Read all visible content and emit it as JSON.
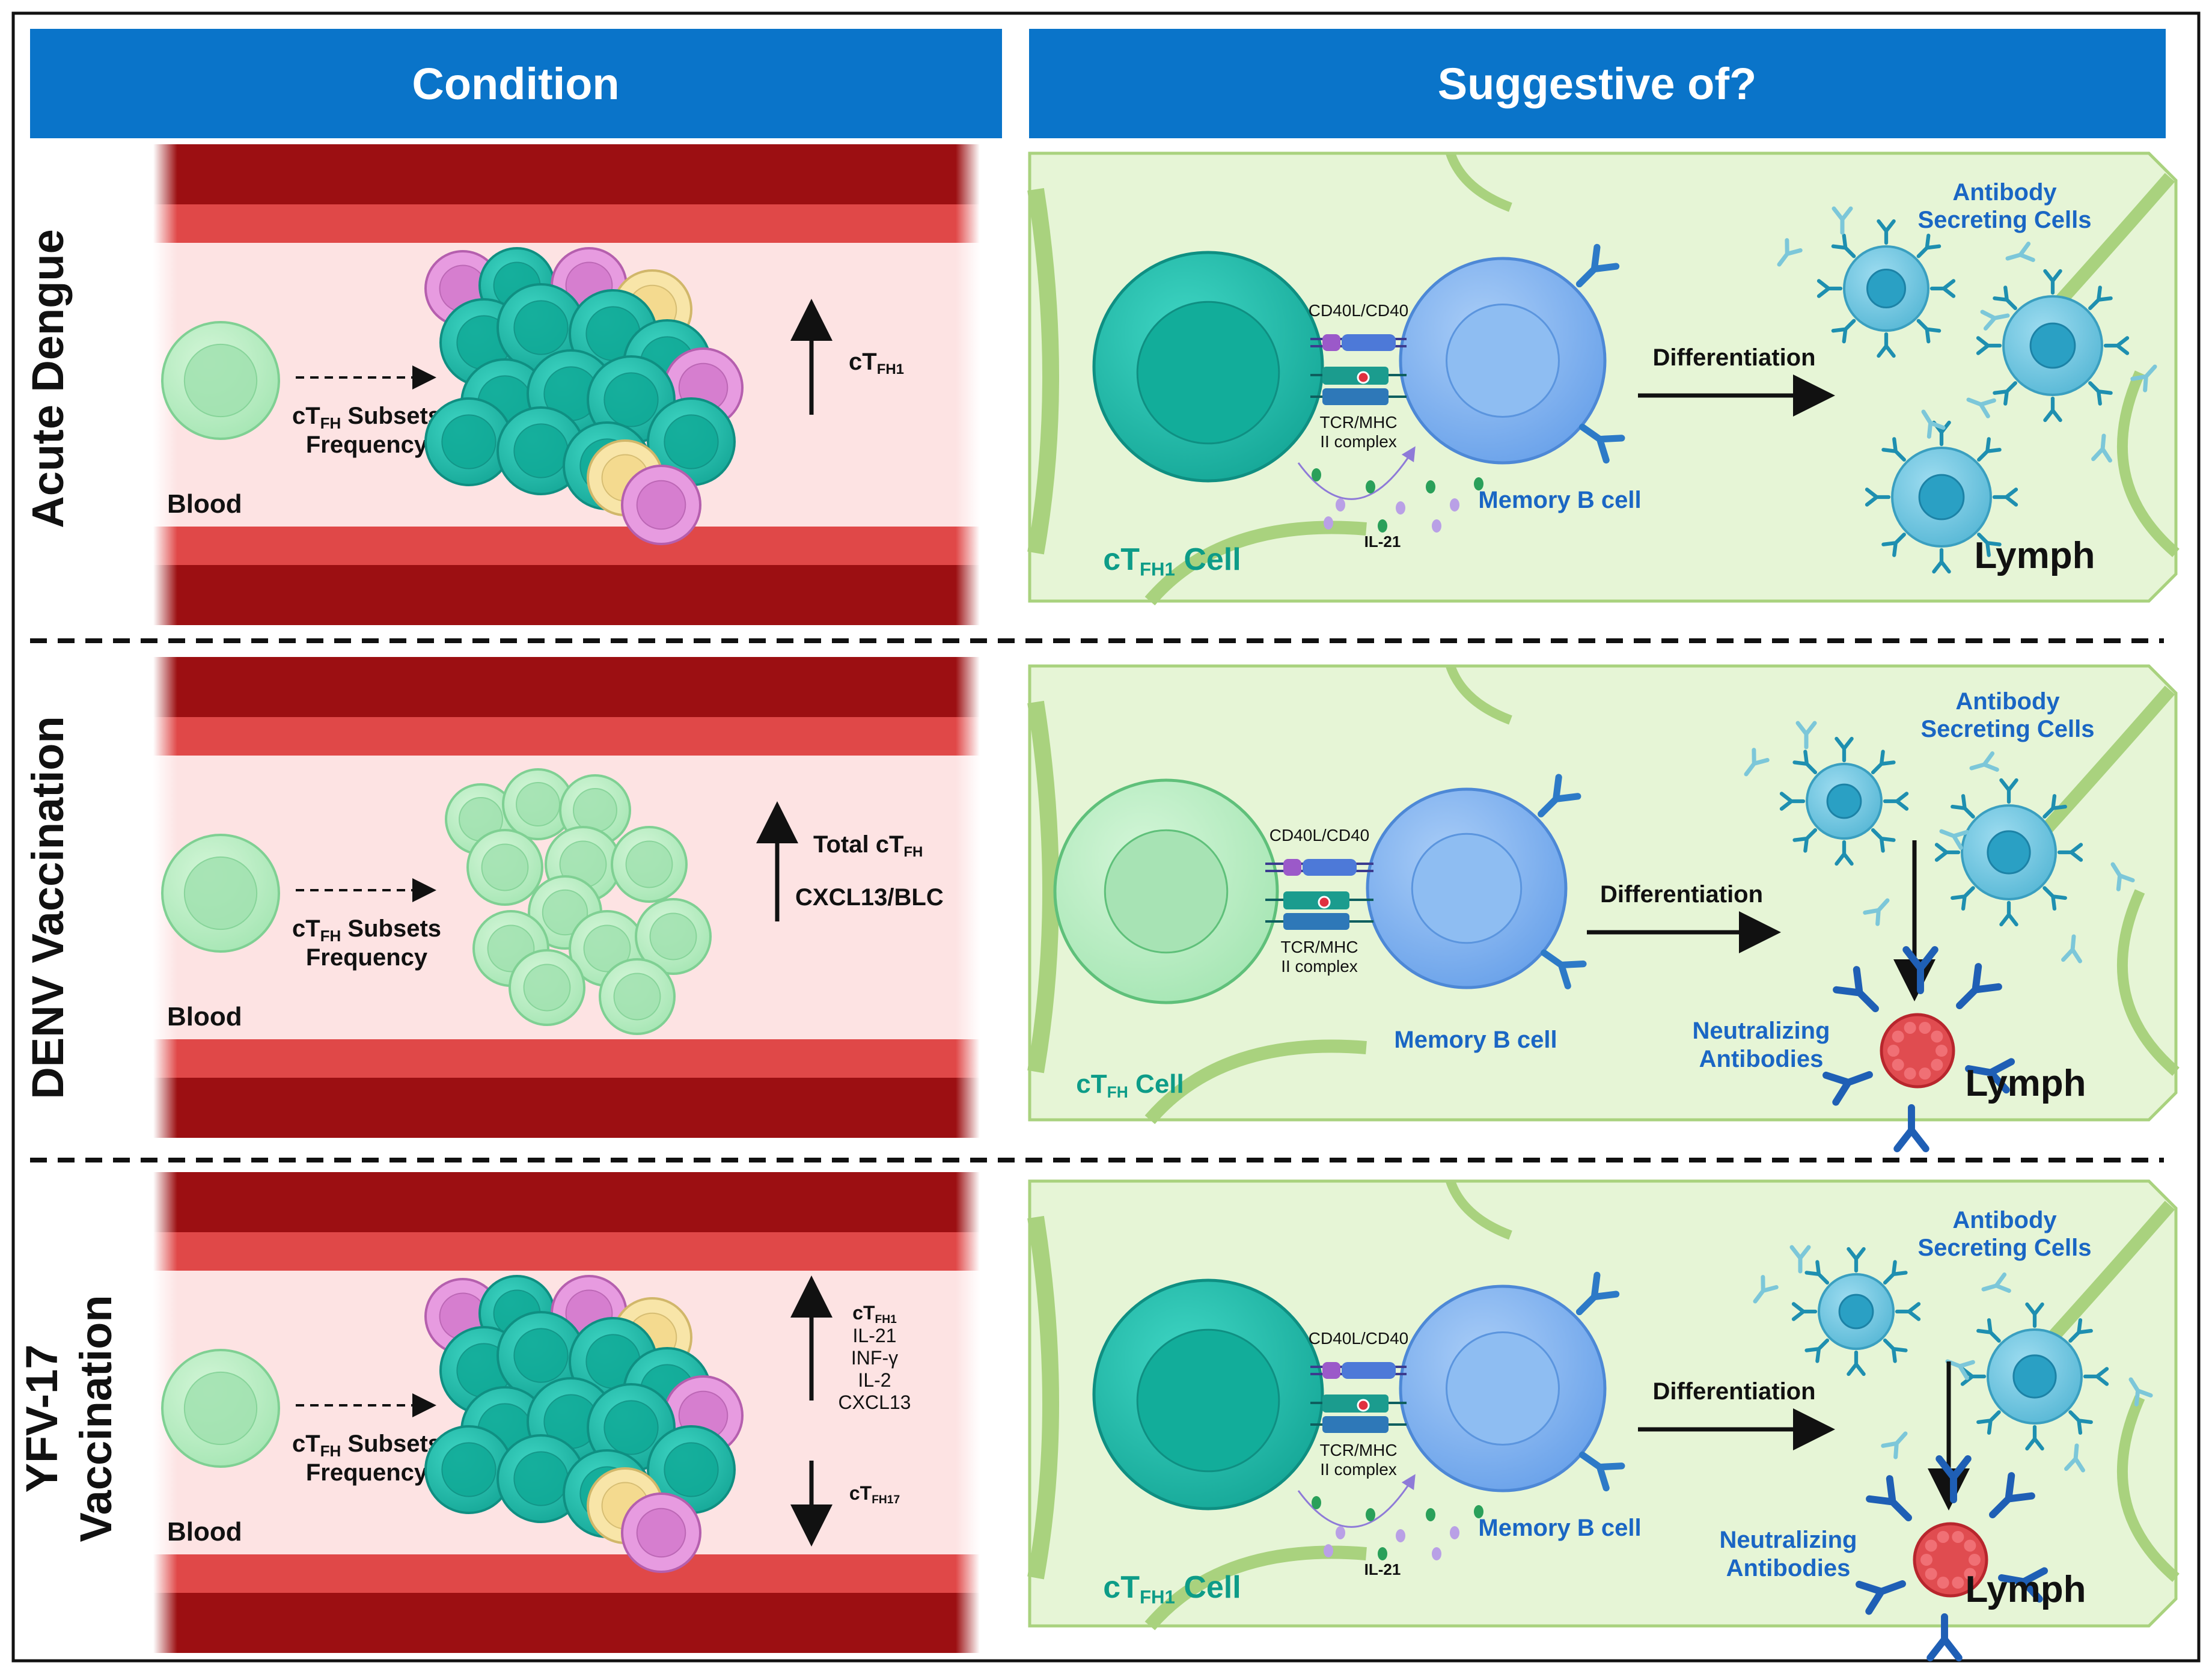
{
  "headers": {
    "condition": "Condition",
    "suggestive": "Suggestive of?"
  },
  "colors": {
    "header_blue": "#0a74c9",
    "vessel_dark": "#9c0f12",
    "vessel_mid": "#e04848",
    "lumen": "#fde3e3",
    "lymph_bg": "#e6f5d6",
    "lymph_vein": "#a9d27e",
    "tfh_teal": "#27c3b2",
    "tfh_light": "#b8eec4",
    "bcell_blue": "#7fb2ef",
    "asc_blue": "#6cc3de",
    "antibody_blue": "#1e8fb0",
    "text_teal": "#0d9c88",
    "text_blue": "#1a66c4",
    "pink_cell": "#e79be0",
    "yellow_cell": "#f8e5a8",
    "virus_red": "#e04c50"
  },
  "rows": [
    {
      "id": "acute-dengue",
      "label_lines": [
        "Acute Dengue"
      ],
      "blood": "Blood",
      "subsets_lines": [
        "cT",
        "FH",
        " Subsets",
        "Frequency"
      ],
      "right_text": [
        {
          "main": "cT",
          "sub": "FH1"
        }
      ],
      "cells": "activated",
      "lymph": {
        "tfh_label_main": "cT",
        "tfh_label_sub": "FH1",
        "tfh_label_tail": " Cell",
        "bcell": "Memory B cell",
        "cd40": "CD40L/CD40",
        "tcr1": "TCR/MHC",
        "tcr2": "II complex",
        "il21": "IL-21",
        "differentiation": "Differentiation",
        "asc1": "Antibody",
        "asc2": "Secreting Cells",
        "neutralizing1": "",
        "neutralizing2": "",
        "lymph": "Lymph"
      }
    },
    {
      "id": "denv-vaccination",
      "label_lines": [
        "DENV Vaccination"
      ],
      "blood": "Blood",
      "subsets_lines": [
        "cT",
        "FH",
        " Subsets",
        "Frequency"
      ],
      "right_text": [
        {
          "main": "Total cT",
          "sub": "FH"
        },
        {
          "main": "CXCL13/BLC",
          "sub": ""
        }
      ],
      "cells": "resting",
      "lymph": {
        "tfh_label_main": "cT",
        "tfh_label_sub": "FH",
        "tfh_label_tail": " Cell",
        "bcell": "Memory B cell",
        "cd40": "CD40L/CD40",
        "tcr1": "TCR/MHC",
        "tcr2": "II complex",
        "il21": "",
        "differentiation": "Differentiation",
        "asc1": "Antibody",
        "asc2": "Secreting Cells",
        "neutralizing1": "Neutralizing",
        "neutralizing2": "Antibodies",
        "lymph": "Lymph"
      }
    },
    {
      "id": "yfv-17-vaccination",
      "label_lines": [
        "YFV-17",
        "Vaccination"
      ],
      "blood": "Blood",
      "subsets_lines": [
        "cT",
        "FH",
        " Subsets",
        "Frequency"
      ],
      "right_text_up": [
        {
          "main": "cT",
          "sub": "FH1"
        },
        {
          "main": "IL-21",
          "sub": ""
        },
        {
          "main": "INF-γ",
          "sub": ""
        },
        {
          "main": "IL-2",
          "sub": ""
        },
        {
          "main": "CXCL13",
          "sub": ""
        }
      ],
      "right_text_down": [
        {
          "main": "cT",
          "sub": "FH17"
        }
      ],
      "cells": "activated",
      "lymph": {
        "tfh_label_main": "cT",
        "tfh_label_sub": "FH1",
        "tfh_label_tail": " Cell",
        "bcell": "Memory B cell",
        "cd40": "CD40L/CD40",
        "tcr1": "TCR/MHC",
        "tcr2": "II complex",
        "il21": "IL-21",
        "differentiation": "Differentiation",
        "asc1": "Antibody",
        "asc2": "Secreting Cells",
        "neutralizing1": "Neutralizing",
        "neutralizing2": "Antibodies",
        "lymph": "Lymph"
      }
    }
  ]
}
